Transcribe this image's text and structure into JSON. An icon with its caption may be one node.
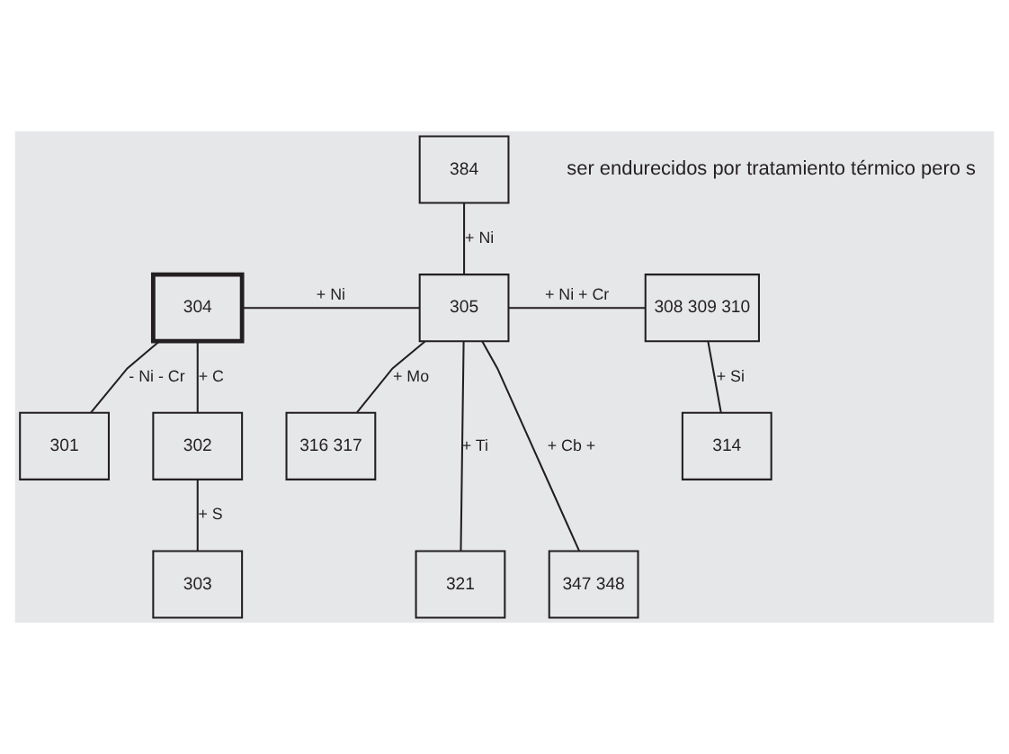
{
  "diagram": {
    "nodes": [
      {
        "text": [
          "384"
        ]
      },
      {
        "text": [
          "304"
        ]
      },
      {
        "text": [
          "305"
        ]
      },
      {
        "text": [
          "308 309 310"
        ]
      },
      {
        "text": [
          "301"
        ]
      },
      {
        "text": [
          "302"
        ]
      },
      {
        "text": [
          "316 317"
        ]
      },
      {
        "text": [
          "314"
        ]
      },
      {
        "text": [
          "303"
        ]
      },
      {
        "text": [
          "321"
        ]
      },
      {
        "text": [
          "347 348"
        ]
      }
    ],
    "edges": [
      {
        "from": 0,
        "to": 2,
        "arrow": "none",
        "label": "+ Ni"
      },
      {
        "from": 1,
        "to": 2,
        "arrow": "none",
        "label": "+ Ni"
      },
      {
        "from": 2,
        "to": 3,
        "arrow": "none",
        "label": "+ Ni + Cr"
      },
      {
        "from": 1,
        "to": 4,
        "arrow": "none",
        "label": "- Ni - Cr"
      },
      {
        "from": 1,
        "to": 5,
        "arrow": "none",
        "label": "+ C"
      },
      {
        "from": 2,
        "to": 6,
        "arrow": "none",
        "label": "+ Mo"
      },
      {
        "from": 3,
        "to": 7,
        "arrow": "none",
        "label": "+ Si"
      },
      {
        "from": 5,
        "to": 8,
        "arrow": "none",
        "label": "+ S"
      },
      {
        "from": 2,
        "to": 9,
        "arrow": "none",
        "label": "+ Ti"
      },
      {
        "from": 2,
        "to": 10,
        "arrow": "none",
        "label": "+ Cb +"
      }
    ],
    "labels": [
      "ser endurecidos por tratamiento térmico pero s"
    ]
  }
}
